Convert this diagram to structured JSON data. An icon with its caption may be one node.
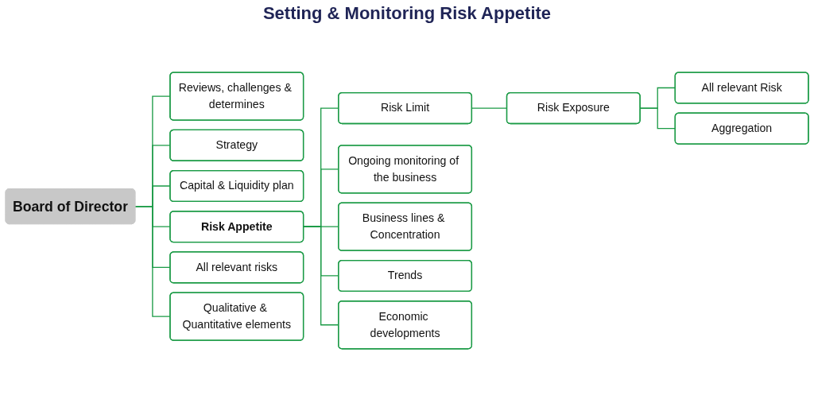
{
  "diagram": {
    "title": "Setting & Monitoring Risk Appetite",
    "nodes": [
      {
        "text": [
          "Board of Director"
        ]
      },
      {
        "text": [
          "Reviews, challenges & determines"
        ]
      },
      {
        "text": [
          "Strategy"
        ]
      },
      {
        "text": [
          "Capital & Liquidity plan"
        ]
      },
      {
        "text": [
          "Risk Appetite"
        ]
      },
      {
        "text": [
          "All relevant risks"
        ]
      },
      {
        "text": [
          "Qualitative & Quantitative elements"
        ]
      },
      {
        "text": [
          "Risk Limit"
        ]
      },
      {
        "text": [
          "Ongoing monitoring of the business"
        ]
      },
      {
        "text": [
          "Business lines & Concentration"
        ]
      },
      {
        "text": [
          "Trends"
        ]
      },
      {
        "text": [
          "Economic developments"
        ]
      },
      {
        "text": [
          "Risk Exposure"
        ]
      },
      {
        "text": [
          "All relevant Risk"
        ]
      },
      {
        "text": [
          "Aggregation"
        ]
      }
    ],
    "edges": [
      {
        "from": 0,
        "to": 1,
        "arrow": "none"
      },
      {
        "from": 0,
        "to": 2,
        "arrow": "none"
      },
      {
        "from": 0,
        "to": 3,
        "arrow": "none"
      },
      {
        "from": 0,
        "to": 4,
        "arrow": "none"
      },
      {
        "from": 0,
        "to": 5,
        "arrow": "none"
      },
      {
        "from": 0,
        "to": 6,
        "arrow": "none"
      },
      {
        "from": 4,
        "to": 7,
        "arrow": "none"
      },
      {
        "from": 4,
        "to": 8,
        "arrow": "none"
      },
      {
        "from": 4,
        "to": 9,
        "arrow": "none"
      },
      {
        "from": 4,
        "to": 10,
        "arrow": "none"
      },
      {
        "from": 4,
        "to": 11,
        "arrow": "none"
      },
      {
        "from": 7,
        "to": 12,
        "arrow": "none"
      },
      {
        "from": 12,
        "to": 13,
        "arrow": "none"
      },
      {
        "from": 12,
        "to": 14,
        "arrow": "none"
      }
    ]
  }
}
